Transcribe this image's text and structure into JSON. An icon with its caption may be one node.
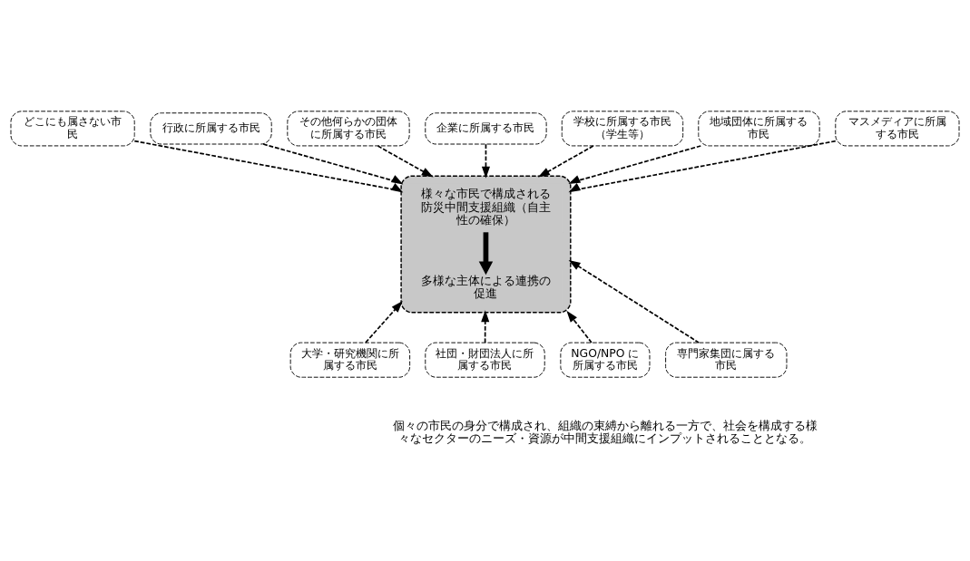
{
  "diagram": {
    "nodes": [
      {
        "text": [],
        "shape": "box"
      },
      {
        "text": [
          "様々な市民で構成される防災中間支援組織（自主性の確保）"
        ],
        "in": 0
      },
      {
        "text": [
          "多様な主体による連携の促進"
        ],
        "in": 0
      },
      {
        "text": [
          "どこにも属さない市民"
        ]
      },
      {
        "text": [
          "行政に所属する市民"
        ]
      },
      {
        "text": [
          "その他何らかの団体に所属する市民"
        ]
      },
      {
        "text": [
          "企業に所属する市民"
        ]
      },
      {
        "text": [
          "学校に所属する市民（学生等）"
        ]
      },
      {
        "text": [
          "地域団体に所属する市民"
        ]
      },
      {
        "text": [
          "マスメディアに所属する市民"
        ]
      },
      {
        "text": [
          "大学・研究機関に所属する市民"
        ]
      },
      {
        "text": [
          "社団・財団法人に所属する市民"
        ]
      },
      {
        "text": [
          "NGO/NPO に所属する市民"
        ]
      },
      {
        "text": [
          "専門家集団に属する市民"
        ]
      }
    ],
    "edges": [
      {
        "from": 1,
        "to": 2,
        "arrow": "to",
        "style": "thick"
      },
      {
        "from": 3,
        "to": 0,
        "arrow": "to",
        "style": "dashed"
      },
      {
        "from": 4,
        "to": 0,
        "arrow": "to",
        "style": "dashed"
      },
      {
        "from": 5,
        "to": 0,
        "arrow": "to",
        "style": "dashed"
      },
      {
        "from": 6,
        "to": 0,
        "arrow": "to",
        "style": "dashed"
      },
      {
        "from": 7,
        "to": 0,
        "arrow": "to",
        "style": "dashed"
      },
      {
        "from": 8,
        "to": 0,
        "arrow": "to",
        "style": "dashed"
      },
      {
        "from": 9,
        "to": 0,
        "arrow": "to",
        "style": "dashed"
      },
      {
        "from": 10,
        "to": 0,
        "arrow": "to",
        "style": "dashed"
      },
      {
        "from": 11,
        "to": 0,
        "arrow": "to",
        "style": "dashed"
      },
      {
        "from": 12,
        "to": 0,
        "arrow": "to",
        "style": "dashed"
      },
      {
        "from": 13,
        "to": 0,
        "arrow": "to",
        "style": "dashed"
      }
    ],
    "labels": [
      "個々の市民の身分で構成され、組織の束縛から離れる一方で、社会を構成する様々なセクターのニーズ・資源が中間支援組織にインプットされることとなる。"
    ]
  }
}
